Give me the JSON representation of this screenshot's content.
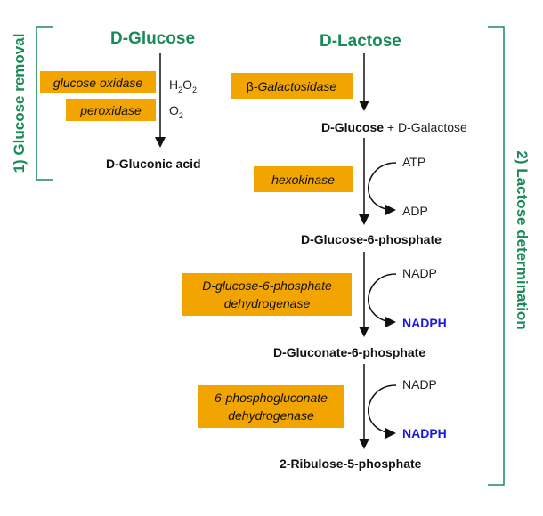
{
  "colors": {
    "title_green": "#1b8a5a",
    "enzyme_fill": "#f2a400",
    "nadph_blue": "#1a1adf",
    "arrow": "#111111"
  },
  "section1": {
    "label": "1) Glucose removal",
    "substrate": "D-Glucose",
    "enzymes": [
      "glucose oxidase",
      "peroxidase"
    ],
    "side_products": [
      {
        "base": "H",
        "sub1": "2",
        "mid": "O",
        "sub2": "2"
      },
      {
        "base": "O",
        "sub1": "2"
      }
    ],
    "product": "D-Gluconic acid"
  },
  "section2": {
    "label": "2) Lactose determination",
    "substrate": "D-Lactose",
    "steps": [
      {
        "enzyme_prefix": "β-",
        "enzyme": "Galactosidase",
        "product_main": "D-Glucose",
        "product_extra": " + D-Galactose"
      },
      {
        "enzyme": "hexokinase",
        "cofactor_in": "ATP",
        "cofactor_out": "ADP",
        "product_main": "D-Glucose-6-phosphate"
      },
      {
        "enzyme_line1": "D-glucose-6-phosphate",
        "enzyme_line2": "dehydrogenase",
        "cofactor_in": "NADP",
        "cofactor_out": "NADPH",
        "product_main": "D-Gluconate-6-phosphate"
      },
      {
        "enzyme_line1": "6-phosphogluconate",
        "enzyme_line2": "dehydrogenase",
        "cofactor_in": "NADP",
        "cofactor_out": "NADPH",
        "product_main": "2-Ribulose-5-phosphate"
      }
    ]
  }
}
